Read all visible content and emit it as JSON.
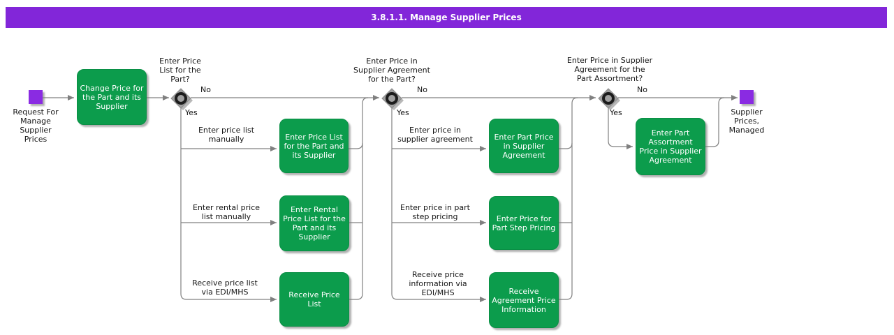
{
  "title": "3.8.1.1. Manage Supplier Prices",
  "labels": {
    "yes": "Yes",
    "no": "No"
  },
  "start": {
    "label": "Request For\nManage\nSupplier\nPrices"
  },
  "end": {
    "label": "Supplier\nPrices,\nManaged"
  },
  "activities": {
    "change_price": "Change Price for\nthe Part and its\nSupplier",
    "enter_price_list": "Enter Price List\nfor the Part and\nits Supplier",
    "enter_rental_price_list": "Enter Rental\nPrice List for the\nPart and its\nSupplier",
    "receive_price_list": "Receive Price\nList",
    "enter_part_price": "Enter Part Price\nin Supplier\nAgreement",
    "enter_price_part_step": "Enter Price for\nPart Step Pricing",
    "receive_agreement_price": "Receive\nAgreement Price\nInformation",
    "enter_part_assortment_price": "Enter Part\nAssortment\nPrice in Supplier\nAgreement"
  },
  "decisions": {
    "d1": "Enter Price\nList for the\nPart?",
    "d2": "Enter Price in\nSupplier Agreement\nfor the Part?",
    "d3": "Enter Price in Supplier\nAgreement for the\nPart Assortment?"
  },
  "branch_labels": {
    "price_list_manually": "Enter price list\nmanually",
    "rental_price_list_manually": "Enter rental price\nlist manually",
    "receive_price_list_edi": "Receive price list\nvia EDI/MHS",
    "price_in_supplier_agreement": "Enter price in\nsupplier agreement",
    "price_in_part_step": "Enter price in part\nstep pricing",
    "receive_price_info_edi": "Receive price\ninformation via\nEDI/MHS"
  },
  "colors": {
    "title_bar": "#8226d9",
    "terminal_node": "#8a2be2",
    "activity_green": "#0c9c4c",
    "connector_gray": "#808080",
    "gateway_gray": "#a0a0a0"
  }
}
